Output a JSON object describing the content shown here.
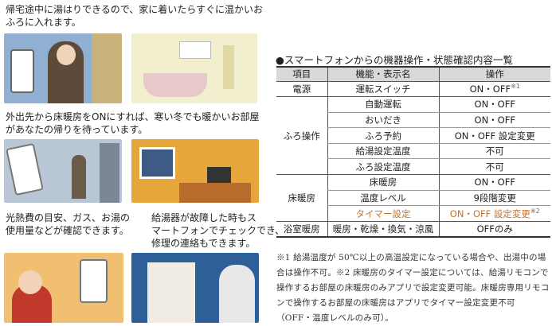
{
  "left": {
    "text1": [
      "帰宅途中に湯はりできるので、家に着いたらすぐに温かいお",
      "ふろに入れます。"
    ],
    "text2": [
      "外出先から床暖房をONにすれば、寒い冬でも暖かいお部屋",
      "があなたの帰りを待っています。"
    ],
    "text3": [
      "光熱費の目安、ガス、お湯の",
      "使用量などが確認できます。"
    ],
    "text4": [
      "給湯器が故障した時もス",
      "マートフォンでチェックでき、",
      "修理の連絡もできます。"
    ]
  },
  "table": {
    "title": "●スマートフォンからの機器操作・状態確認内容一覧",
    "headers": [
      "項目",
      "機能・表示名",
      "操作"
    ],
    "groups": [
      {
        "category": "電源",
        "rows": [
          {
            "name": "運転スイッチ",
            "op": "ON・OFF",
            "note": "※1"
          }
        ]
      },
      {
        "category": "ふろ操作",
        "rows": [
          {
            "name": "自動運転",
            "op": "ON・OFF"
          },
          {
            "name": "おいだき",
            "op": "ON・OFF"
          },
          {
            "name": "ふろ予約",
            "op": "ON・OFF 設定変更"
          },
          {
            "name": "給湯設定温度",
            "op": "不可"
          },
          {
            "name": "ふろ設定温度",
            "op": "不可"
          }
        ]
      },
      {
        "category": "床暖房",
        "rows": [
          {
            "name": "床暖房",
            "op": "ON・OFF"
          },
          {
            "name": "温度レベル",
            "op": "9段階変更"
          },
          {
            "name": "タイマー設定",
            "op": "ON・OFF 設定変更",
            "note": "※2"
          }
        ]
      },
      {
        "category": "浴室暖房",
        "rows": [
          {
            "name": "暖房・乾燥・換気・涼風",
            "op": "OFFのみ"
          }
        ]
      }
    ],
    "highlight_color": "#c8742a"
  },
  "notes": "※1 給湯温度が 50℃以上の高温設定になっている場合や、出湯中の場合は操作不可。※2 床暖房のタイマー設定については、給湯リモコンで操作するお部屋の床暖房のみアプリで設定変更可能。床暖房専用リモコンで操作するお部屋の床暖房はアプリでタイマー設定変更不可（OFF・温度レベルのみ可）。"
}
